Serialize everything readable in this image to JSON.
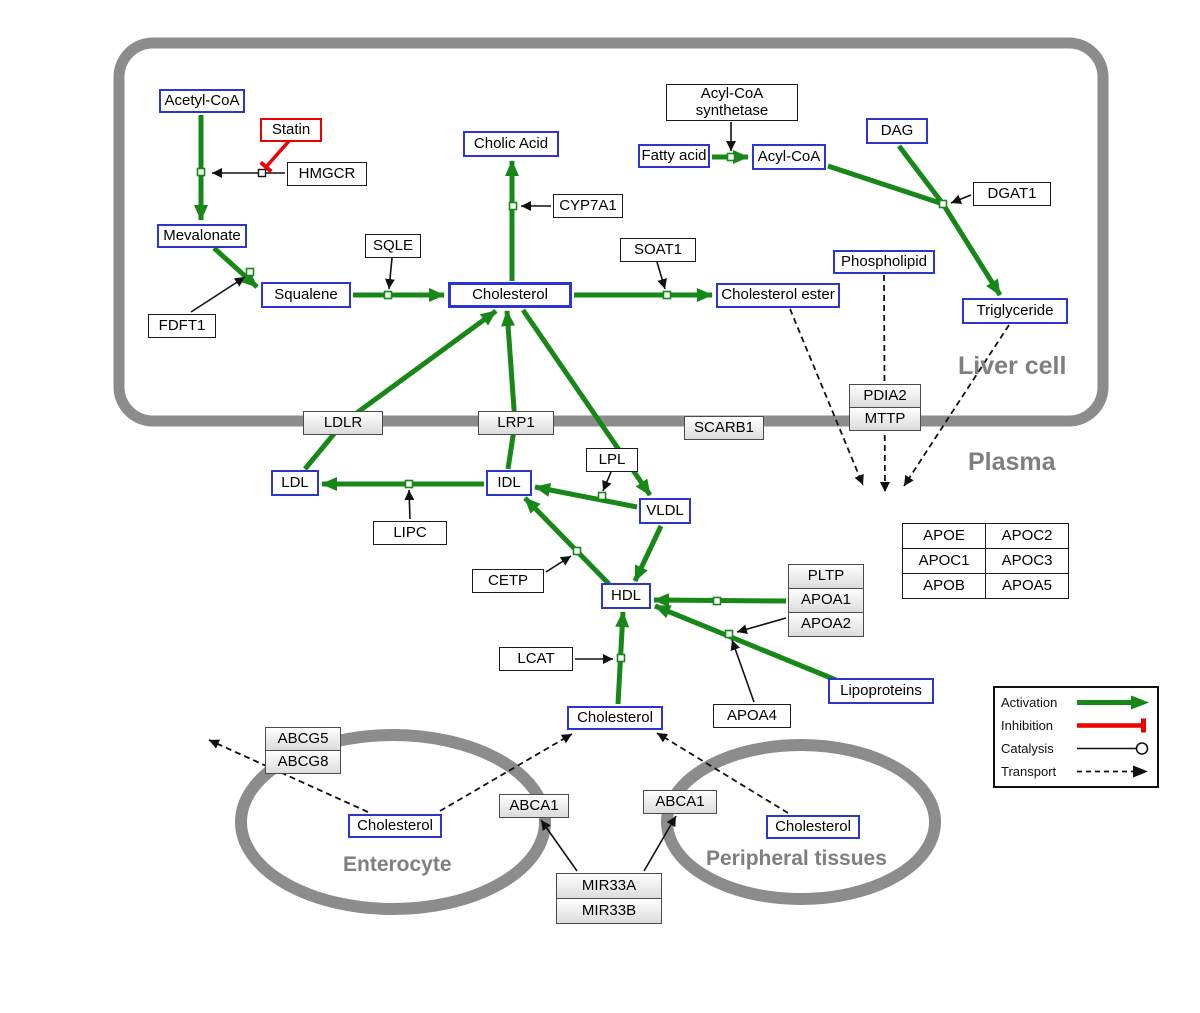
{
  "regions": {
    "liver": "Liver cell",
    "plasma": "Plasma",
    "enterocyte": "Enterocyte",
    "peripheral": "Peripheral tissues"
  },
  "legend": {
    "activation": "Activation",
    "inhibition": "Inhibition",
    "catalysis": "Catalysis",
    "transport": "Transport"
  },
  "nodes": {
    "acetyl_coa": "Acetyl-CoA",
    "statin": "Statin",
    "hmgcr": "HMGCR",
    "mevalonate": "Mevalonate",
    "fdft1": "FDFT1",
    "squalene": "Squalene",
    "sqle": "SQLE",
    "cholic_acid": "Cholic Acid",
    "cyp7a1": "CYP7A1",
    "cholesterol_liver": "Cholesterol",
    "soat1": "SOAT1",
    "cholesterol_ester": "Cholesterol ester",
    "acyl_coa_synthetase": "Acyl-CoA synthetase",
    "fatty_acid": "Fatty acid",
    "acyl_coa": "Acyl-CoA",
    "dag": "DAG",
    "dgat1": "DGAT1",
    "phospholipid": "Phospholipid",
    "triglyceride": "Triglyceride",
    "ldlr": "LDLR",
    "lrp1": "LRP1",
    "scarb1": "SCARB1",
    "pdia2": "PDIA2",
    "mttp": "MTTP",
    "ldl": "LDL",
    "idl": "IDL",
    "lipc": "LIPC",
    "lpl": "LPL",
    "vldl": "VLDL",
    "cetp": "CETP",
    "hdl": "HDL",
    "pltp": "PLTP",
    "apoa1": "APOA1",
    "apoa2": "APOA2",
    "apoe": "APOE",
    "apoc2": "APOC2",
    "apoc1": "APOC1",
    "apoc3": "APOC3",
    "apob": "APOB",
    "apoa5": "APOA5",
    "lcat": "LCAT",
    "apoa4": "APOA4",
    "lipoproteins": "Lipoproteins",
    "cholesterol_plasma": "Cholesterol",
    "abcg5": "ABCG5",
    "abcg8": "ABCG8",
    "cholesterol_enterocyte": "Cholesterol",
    "abca1_enterocyte": "ABCA1",
    "abca1_peripheral": "ABCA1",
    "cholesterol_peripheral": "Cholesterol",
    "mir33a": "MIR33A",
    "mir33b": "MIR33B"
  },
  "colors": {
    "activation": "#178717",
    "inhibition": "#ee0000",
    "metabolite_border": "#2d35cf",
    "compartment": "#8c8c8c"
  }
}
